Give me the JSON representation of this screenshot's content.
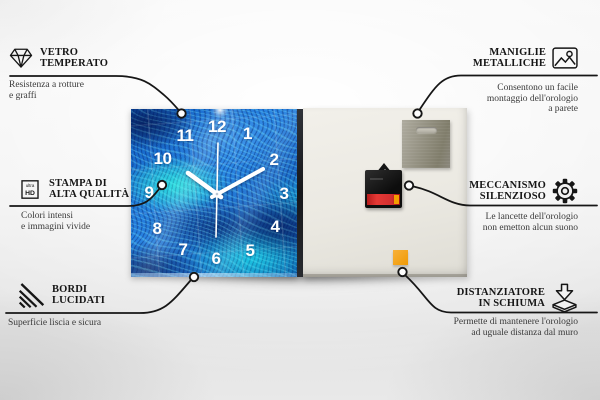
{
  "callouts": [
    {
      "icon": "diamond-icon",
      "title1": "VETRO",
      "title2": "TEMPERATO",
      "subtitle": "Resistenza a rotture\ne graffi"
    },
    {
      "icon": "ultra-hd-icon",
      "title1": "STAMPA DI",
      "title2": "ALTA QUALITÀ",
      "subtitle": "Colori intensi\ne immagini vivide"
    },
    {
      "icon": "polished-edge-icon",
      "title1": "BORDI",
      "title2": "LUCIDATI",
      "subtitle": "Superficie liscia e sicura"
    },
    {
      "icon": "picture-frame-icon",
      "title1": "MANIGLIE",
      "title2": "METALLICHE",
      "subtitle": "Consentono un facile\nmontaggio dell'orologio\na parete"
    },
    {
      "icon": "gear-icon",
      "title1": "MECCANISMO",
      "title2": "SILENZIOSO",
      "subtitle": "Le lancette dell'orologio\nnon emetton alcun suono"
    },
    {
      "icon": "foam-spacer-icon",
      "title1": "DISTANZIATORE",
      "title2": "IN SCHIUMA",
      "subtitle": "Permette di mantenere l'orologio\nad uguale distanza dal muro"
    }
  ],
  "icons": {
    "ultra_hd_top": "ultra",
    "ultra_hd_bottom": "HD"
  },
  "clock": {
    "numbers": [
      "1",
      "2",
      "3",
      "4",
      "5",
      "6",
      "7",
      "8",
      "9",
      "10",
      "11",
      "12"
    ],
    "time_shown": "10:08"
  },
  "colors": {
    "line": "#161616",
    "clock_blue": "#1266cc",
    "cyan": "#19bcd8",
    "back_panel": "#ece9e2",
    "battery_red": "#d32f2f",
    "foam_orange": "#f2a215",
    "metal": "#969384"
  }
}
